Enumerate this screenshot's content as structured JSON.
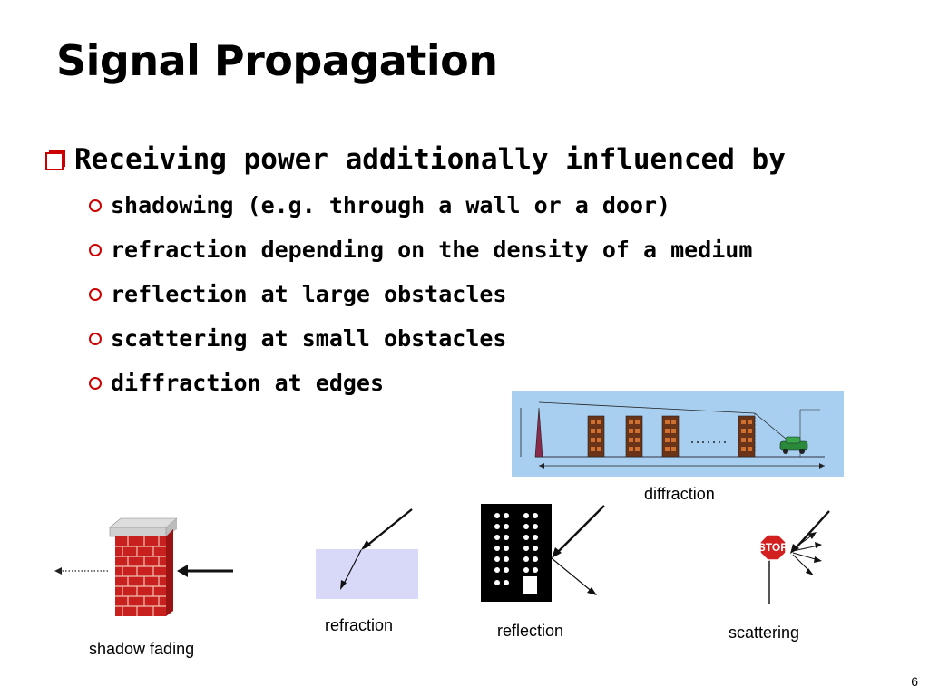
{
  "slide": {
    "title": "Signal Propagation",
    "bullet": "Receiving power additionally influenced by",
    "subbullets": [
      "shadowing (e.g. through a wall or a door)",
      "refraction depending on the density of a medium",
      "reflection at large obstacles",
      "scattering at small obstacles",
      "diffraction at edges"
    ],
    "page_number": "6"
  },
  "figures": {
    "diffraction": {
      "caption": "diffraction"
    },
    "shadow": {
      "caption": "shadow fading"
    },
    "refraction": {
      "caption": "refraction"
    },
    "reflection": {
      "caption": "reflection"
    },
    "scattering": {
      "caption": "scattering",
      "sign_text": "STOP"
    }
  },
  "colors": {
    "bullet_accent": "#cc0000",
    "diagram_background": "#a8cff0",
    "medium_fill": "#d8d8f8",
    "brick": "#c8201e",
    "stop_sign": "#d22020"
  }
}
